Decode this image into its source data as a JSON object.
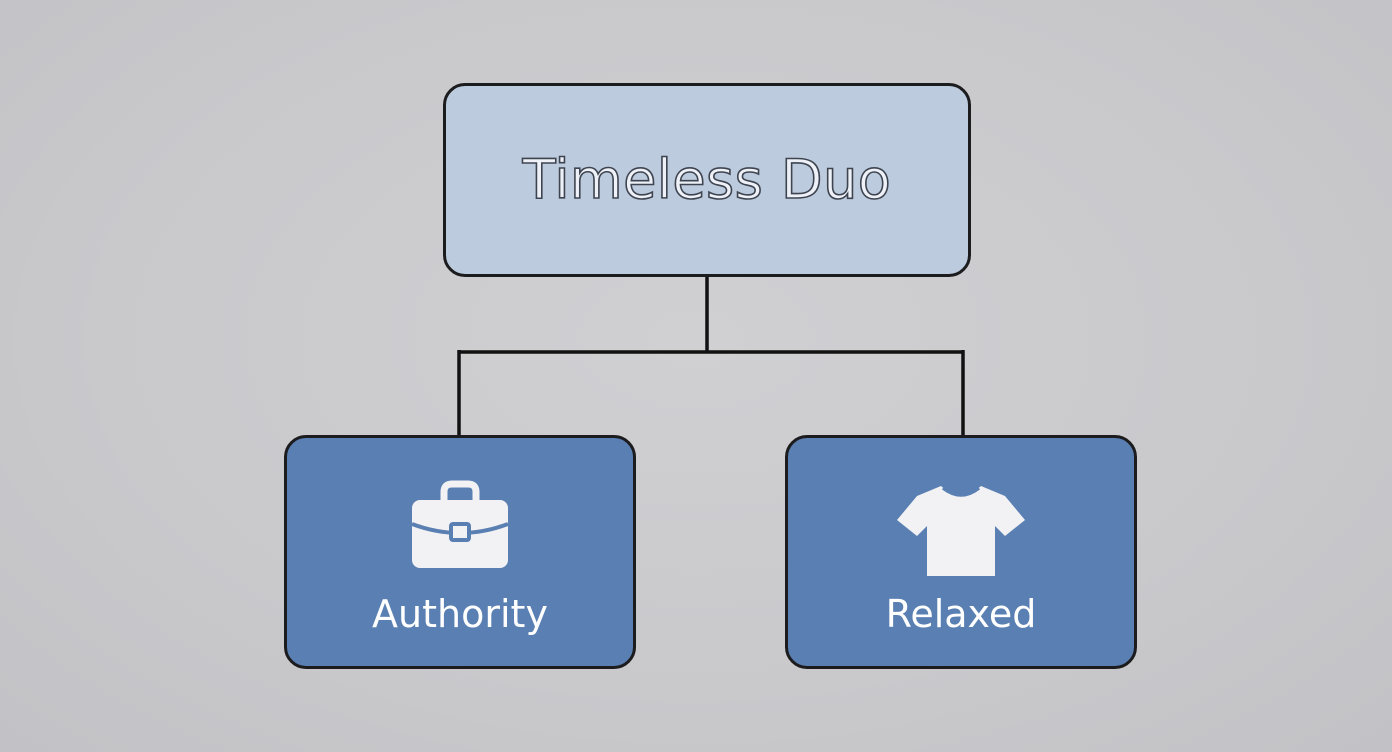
{
  "diagram": {
    "root": {
      "title": "Timeless Duo"
    },
    "children": [
      {
        "label": "Authority",
        "icon": "briefcase-icon"
      },
      {
        "label": "Relaxed",
        "icon": "tshirt-icon"
      }
    ]
  },
  "colors": {
    "background": "#cacacd",
    "root_fill": "#bccbde",
    "child_fill": "#5a7fb2",
    "border": "#1c1c1e",
    "icon_fill": "#f2f2f4"
  }
}
